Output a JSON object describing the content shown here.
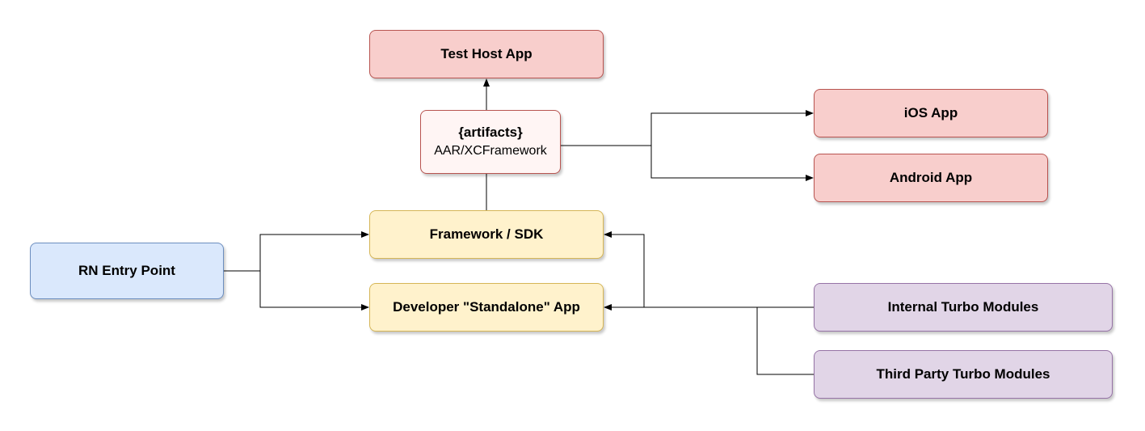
{
  "diagram": {
    "nodes": {
      "test_host": {
        "label": "Test Host App"
      },
      "artifacts": {
        "title": "{artifacts}",
        "subtitle": "AAR/XCFramework"
      },
      "ios": {
        "label": "iOS App"
      },
      "android": {
        "label": "Android App"
      },
      "framework": {
        "label": "Framework / SDK"
      },
      "rn_entry": {
        "label": "RN Entry Point"
      },
      "standalone": {
        "label": "Developer \"Standalone\" App"
      },
      "internal_turbo": {
        "label": "Internal Turbo Modules"
      },
      "third_party_turbo": {
        "label": "Third Party Turbo Modules"
      }
    },
    "edges": [
      {
        "from": "framework",
        "to": "artifacts"
      },
      {
        "from": "artifacts",
        "to": "test_host"
      },
      {
        "from": "artifacts",
        "to": "ios"
      },
      {
        "from": "artifacts",
        "to": "android"
      },
      {
        "from": "rn_entry",
        "to": "framework"
      },
      {
        "from": "rn_entry",
        "to": "standalone"
      },
      {
        "from": "internal_turbo",
        "to": "framework"
      },
      {
        "from": "internal_turbo",
        "to": "standalone"
      },
      {
        "from": "third_party_turbo",
        "to": "framework"
      },
      {
        "from": "third_party_turbo",
        "to": "standalone"
      }
    ],
    "colors": {
      "red_fill": "#f8cecc",
      "red_stroke": "#b85450",
      "yellow_fill": "#fff2cc",
      "yellow_stroke": "#d6b656",
      "blue_fill": "#dae8fc",
      "blue_stroke": "#6c8ebf",
      "purple_fill": "#e1d5e7",
      "purple_stroke": "#9673a6",
      "connector": "#000000"
    }
  }
}
